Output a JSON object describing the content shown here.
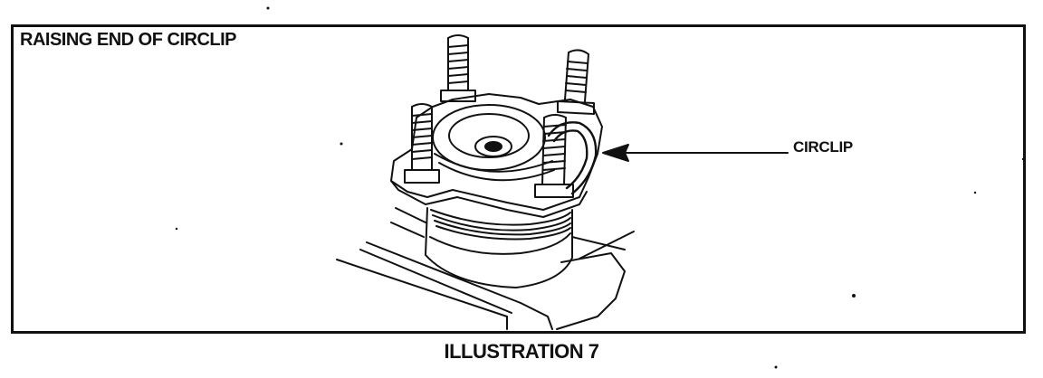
{
  "figure": {
    "title": "RAISING END OF CIRCLIP",
    "callout_label": "CIRCLIP",
    "caption": "ILLUSTRATION 7"
  },
  "colors": {
    "ink": "#111111",
    "paper": "#ffffff"
  }
}
